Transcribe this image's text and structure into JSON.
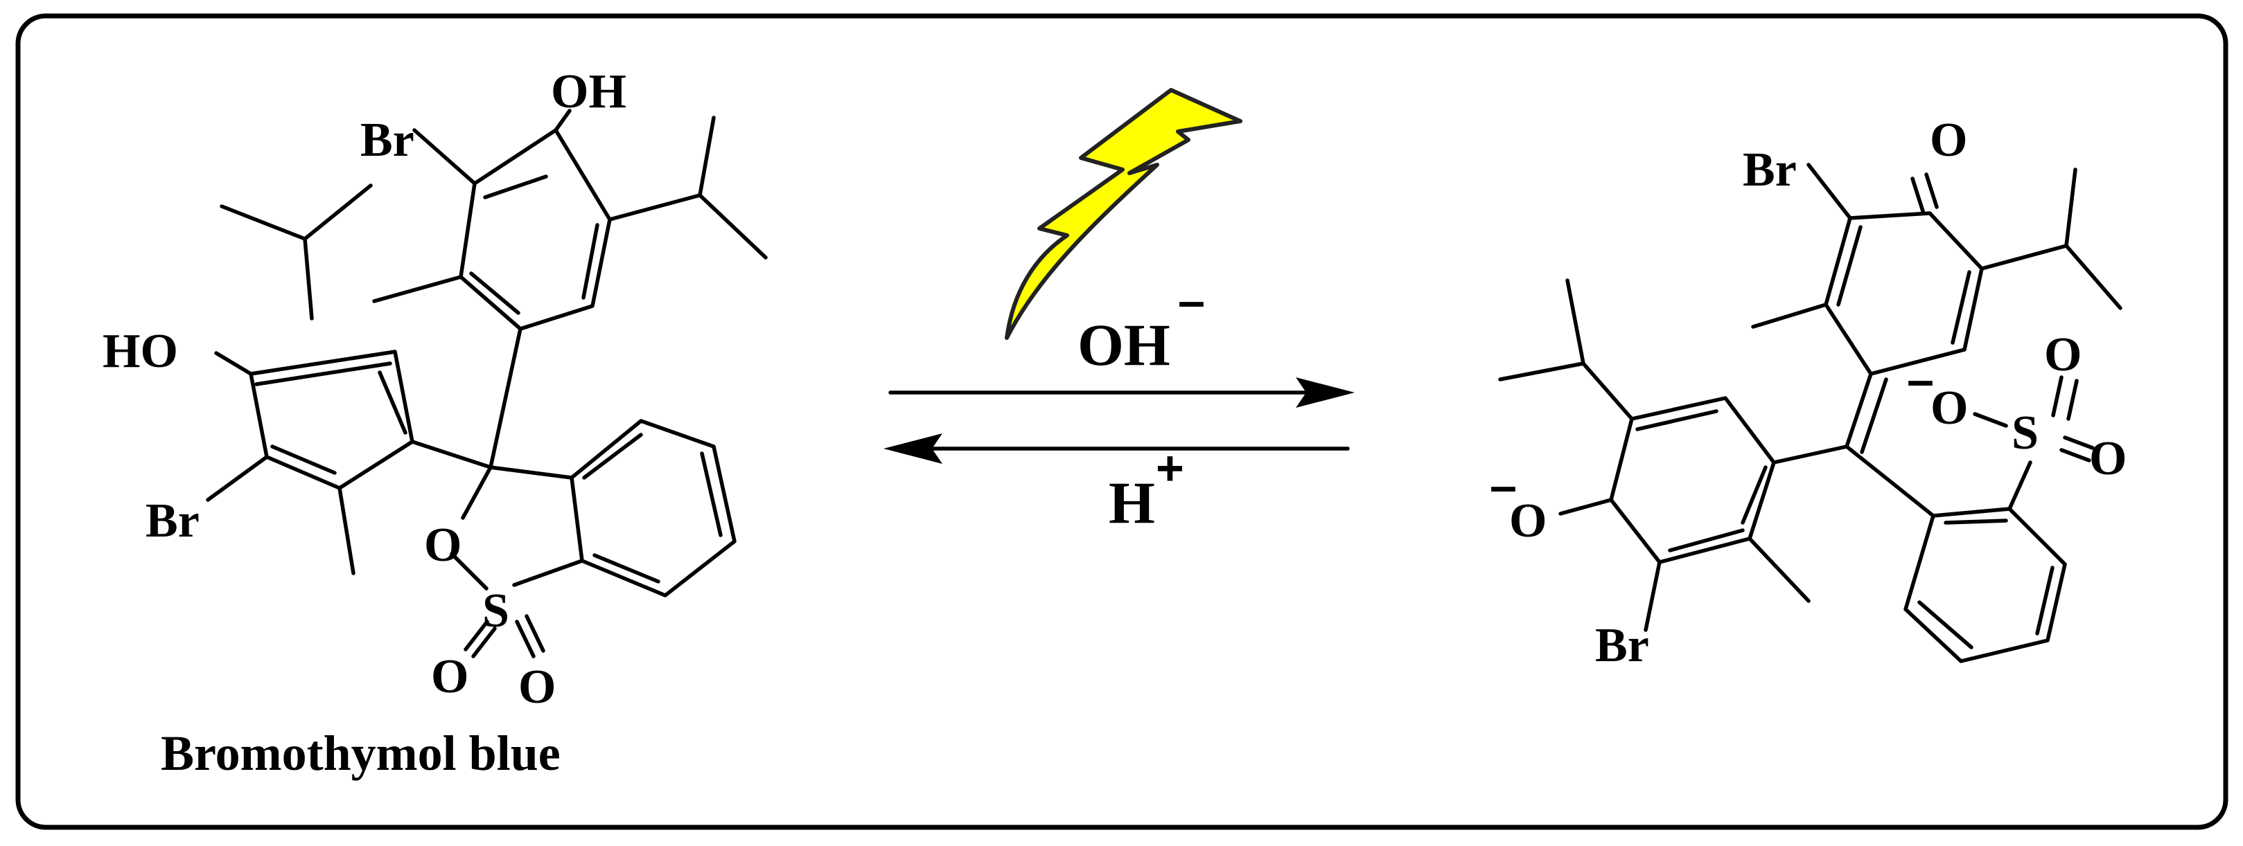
{
  "title": "Bromothymol blue",
  "reagents": {
    "forward": "OH",
    "forward_charge": "–",
    "reverse": "H",
    "reverse_charge": "+"
  },
  "left_atoms": {
    "br_top": "Br",
    "oh_top": "OH",
    "ho_left": "HO",
    "br_bottom": "Br",
    "ring_o": "O",
    "sulfur": "S",
    "oxo_left": "O",
    "oxo_right": "O"
  },
  "right_atoms": {
    "br_top": "Br",
    "keto_o": "O",
    "phenoxide_o": "O",
    "phenoxide_charge": "–",
    "br_bottom": "Br",
    "sulfonate_o": "O",
    "sulfonate_charge": "–",
    "sulfur": "S",
    "oxo_top": "O",
    "oxo_right": "O"
  },
  "colors": {
    "frame": "#000000",
    "lightning_fill": "#ffff00",
    "lightning_stroke": "#222222",
    "ink": "#000000"
  },
  "icons": {
    "lightning": "lightning-bolt-icon"
  }
}
